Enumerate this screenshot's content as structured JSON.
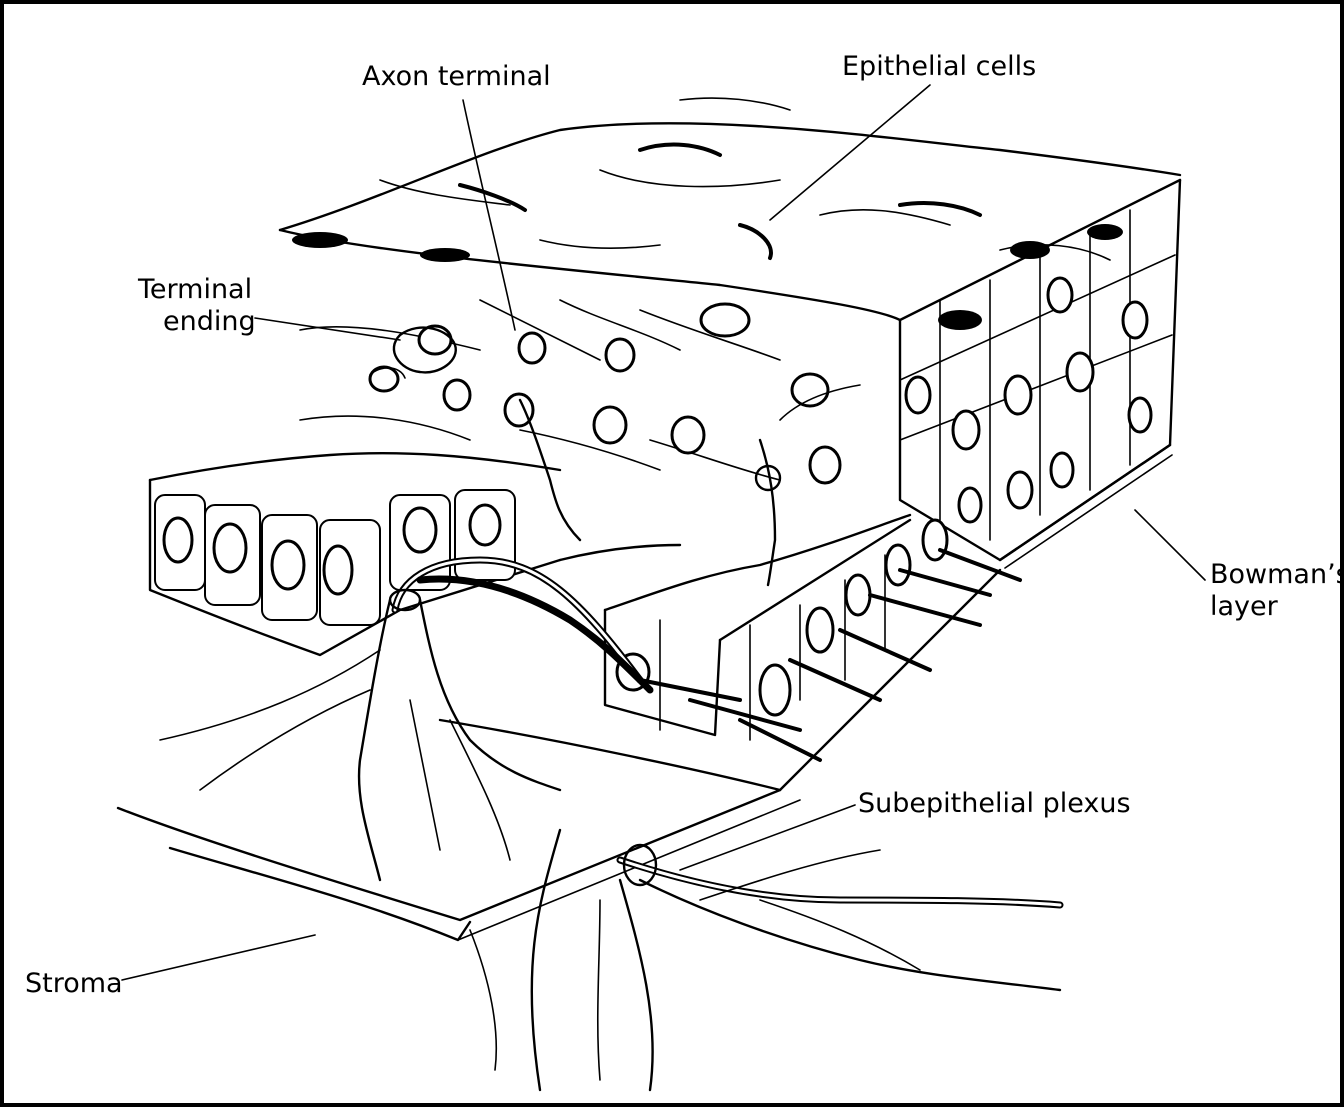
{
  "labels": {
    "axon_terminal": "Axon terminal",
    "epithelial_cells": "Epithelial cells",
    "terminal_ending_line1": "Terminal",
    "terminal_ending_line2": "ending",
    "bowmans_line1": "Bowman’s",
    "bowmans_line2": "layer",
    "subepithelial_plexus": "Subepithelial plexus",
    "stroma": "Stroma"
  },
  "colors": {
    "ink": "#000000",
    "paper": "#ffffff"
  }
}
